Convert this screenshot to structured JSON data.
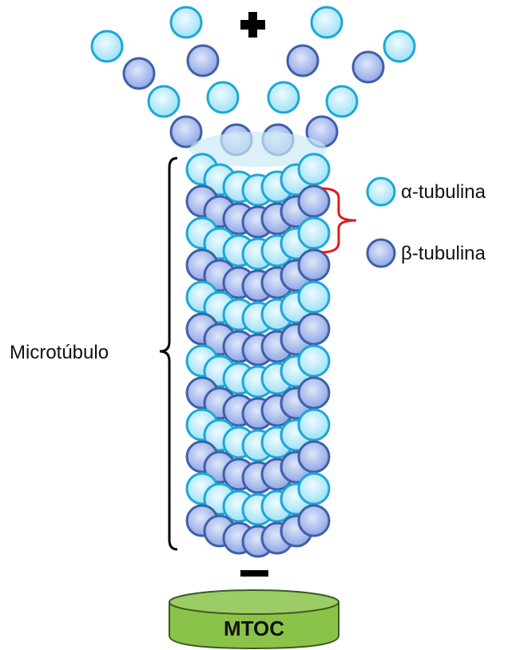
{
  "labels": {
    "plus": "+",
    "minus": "–",
    "alpha": "α-tubulina",
    "beta": "β-tubulina",
    "microtubule": "Microtúbulo",
    "mtoc": "MTOC"
  },
  "colors": {
    "alpha_fill_center": "#eefbff",
    "alpha_fill_edge": "#9ee0f6",
    "alpha_stroke": "#1aa8d8",
    "beta_fill_center": "#dfe7fa",
    "beta_fill_edge": "#8ea6e6",
    "beta_stroke": "#3f5fa8",
    "bracket_red": "#e01b1b",
    "mtoc_fill": "#8bc34a",
    "mtoc_top": "#9ccc65",
    "mtoc_stroke": "#3b5a1f"
  }
}
